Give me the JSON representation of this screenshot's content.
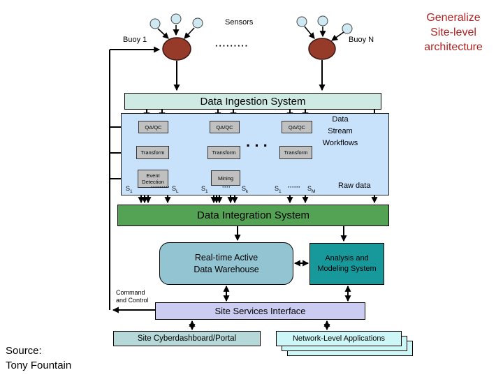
{
  "header": {
    "title_line1": "Generalize",
    "title_line2": "Site-level",
    "title_line3": "architecture",
    "title_color": "#b22222"
  },
  "sensors": {
    "label": "Sensors",
    "dots": "·········",
    "buoy1": "Buoy 1",
    "buoyN": "Buoy N"
  },
  "ingestion": {
    "title": "Data Ingestion System"
  },
  "panel": {
    "caption1": "Data",
    "caption2": "Stream",
    "caption3": "Workflows",
    "ellipsis": "···",
    "raw_data": "Raw data",
    "col1": {
      "qaqc": "QA/QC",
      "transform": "Transform",
      "stage_line1": "Event",
      "stage_line2": "Detection",
      "s_first": "S",
      "s_first_sub": "1",
      "dots": "·········",
      "s_last": "S",
      "s_last_sub": "L"
    },
    "col2": {
      "qaqc": "QA/QC",
      "transform": "Transform",
      "stage_line1": "Mining",
      "s_first": "S",
      "s_first_sub": "1",
      "dots": "····",
      "s_last": "S",
      "s_last_sub": "k"
    },
    "col3": {
      "qaqc": "QA/QC",
      "transform": "Transform",
      "s_first": "S",
      "s_first_sub": "1",
      "dots": "······",
      "s_last": "S",
      "s_last_sub": "M"
    }
  },
  "integration": {
    "title": "Data Integration System"
  },
  "warehouse": {
    "line1": "Real-time Active",
    "line2": "Data Warehouse"
  },
  "analysis": {
    "line1": "Analysis and",
    "line2": "Modeling System"
  },
  "services": {
    "title": "Site Services Interface"
  },
  "command": {
    "line1": "Command",
    "line2": "and Control"
  },
  "cyberdashboard": {
    "title": "Site Cyberdashboard/Portal"
  },
  "network_apps": {
    "title": "Network-Level Applications"
  },
  "source": {
    "line1": "Source:",
    "line2": "Tony Fountain"
  },
  "colors": {
    "ingestion_bar": "#cfe9e3",
    "workflow_panel": "#c9e2fb",
    "process_box_gray": "#c0c0c0",
    "integration_bar": "#54a254",
    "warehouse": "#93c4d2",
    "analysis": "#17999c",
    "services": "#ccccf2",
    "cyberdashboard": "#b7d8d8",
    "network_apps": "#cdf6f6",
    "buoy": "#963b2a",
    "sensor_node": "#cfe9f2"
  }
}
